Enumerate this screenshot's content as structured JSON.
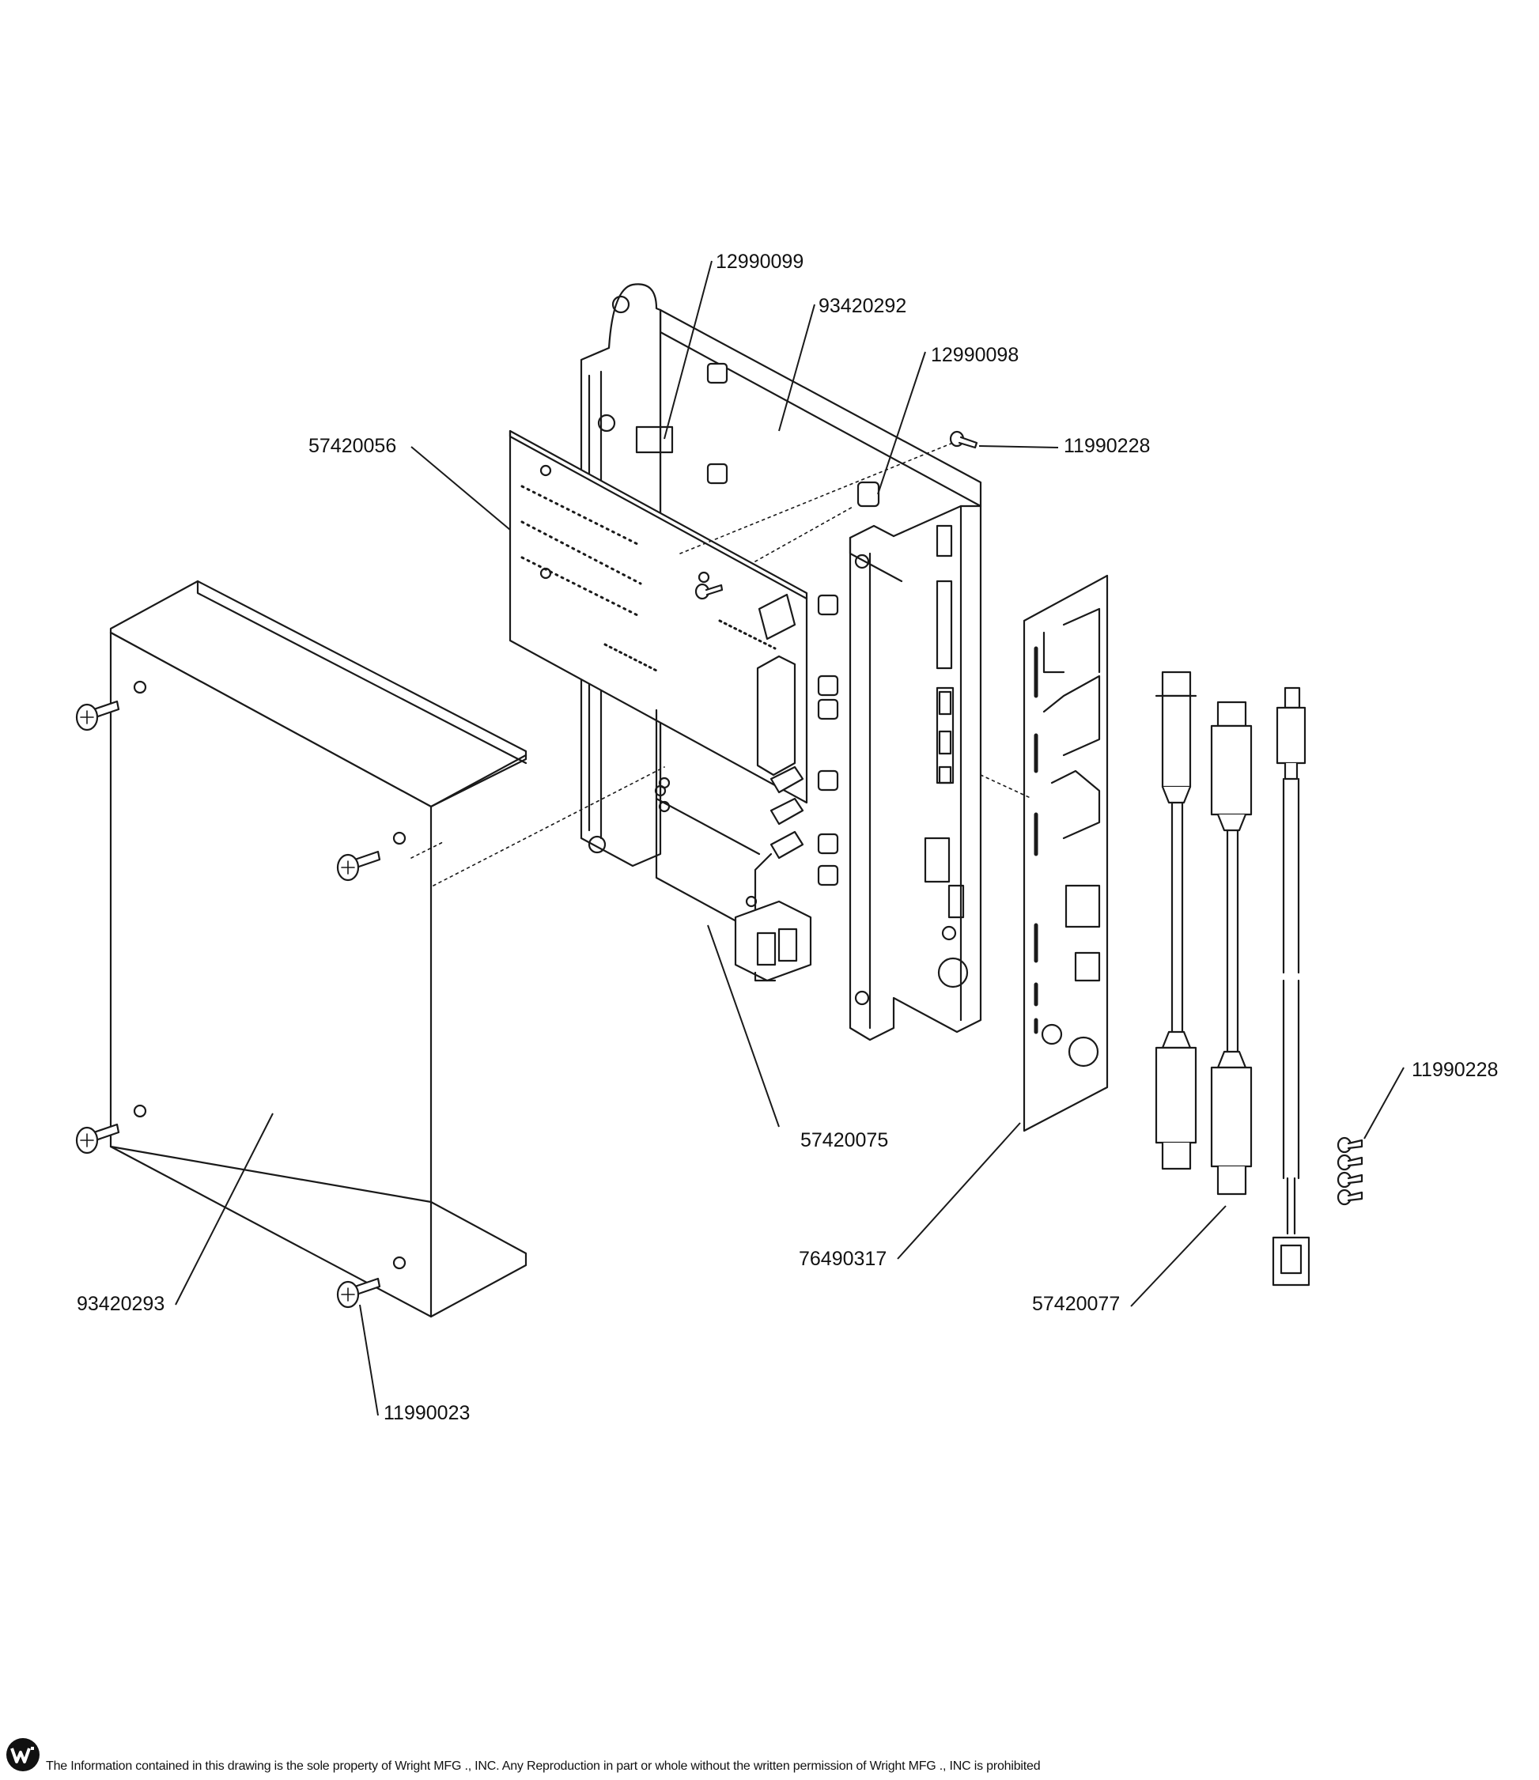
{
  "callouts": [
    {
      "id": "c1",
      "label": "12990099"
    },
    {
      "id": "c2",
      "label": "93420292"
    },
    {
      "id": "c3",
      "label": "12990098"
    },
    {
      "id": "c4",
      "label": "11990228"
    },
    {
      "id": "c5",
      "label": "57420056"
    },
    {
      "id": "c6",
      "label": "57420075"
    },
    {
      "id": "c7",
      "label": "76490317"
    },
    {
      "id": "c8",
      "label": "11990228"
    },
    {
      "id": "c9",
      "label": "57420077"
    },
    {
      "id": "c10",
      "label": "93420293"
    },
    {
      "id": "c11",
      "label": "11990023"
    }
  ],
  "footer": {
    "notice": "The Information contained in this drawing is the sole property of Wright MFG ., INC. Any Reproduction in part or whole without the written permission of Wright MFG ., INC is prohibited"
  },
  "colors": {
    "line": "#1a1a1a",
    "background": "#ffffff"
  }
}
